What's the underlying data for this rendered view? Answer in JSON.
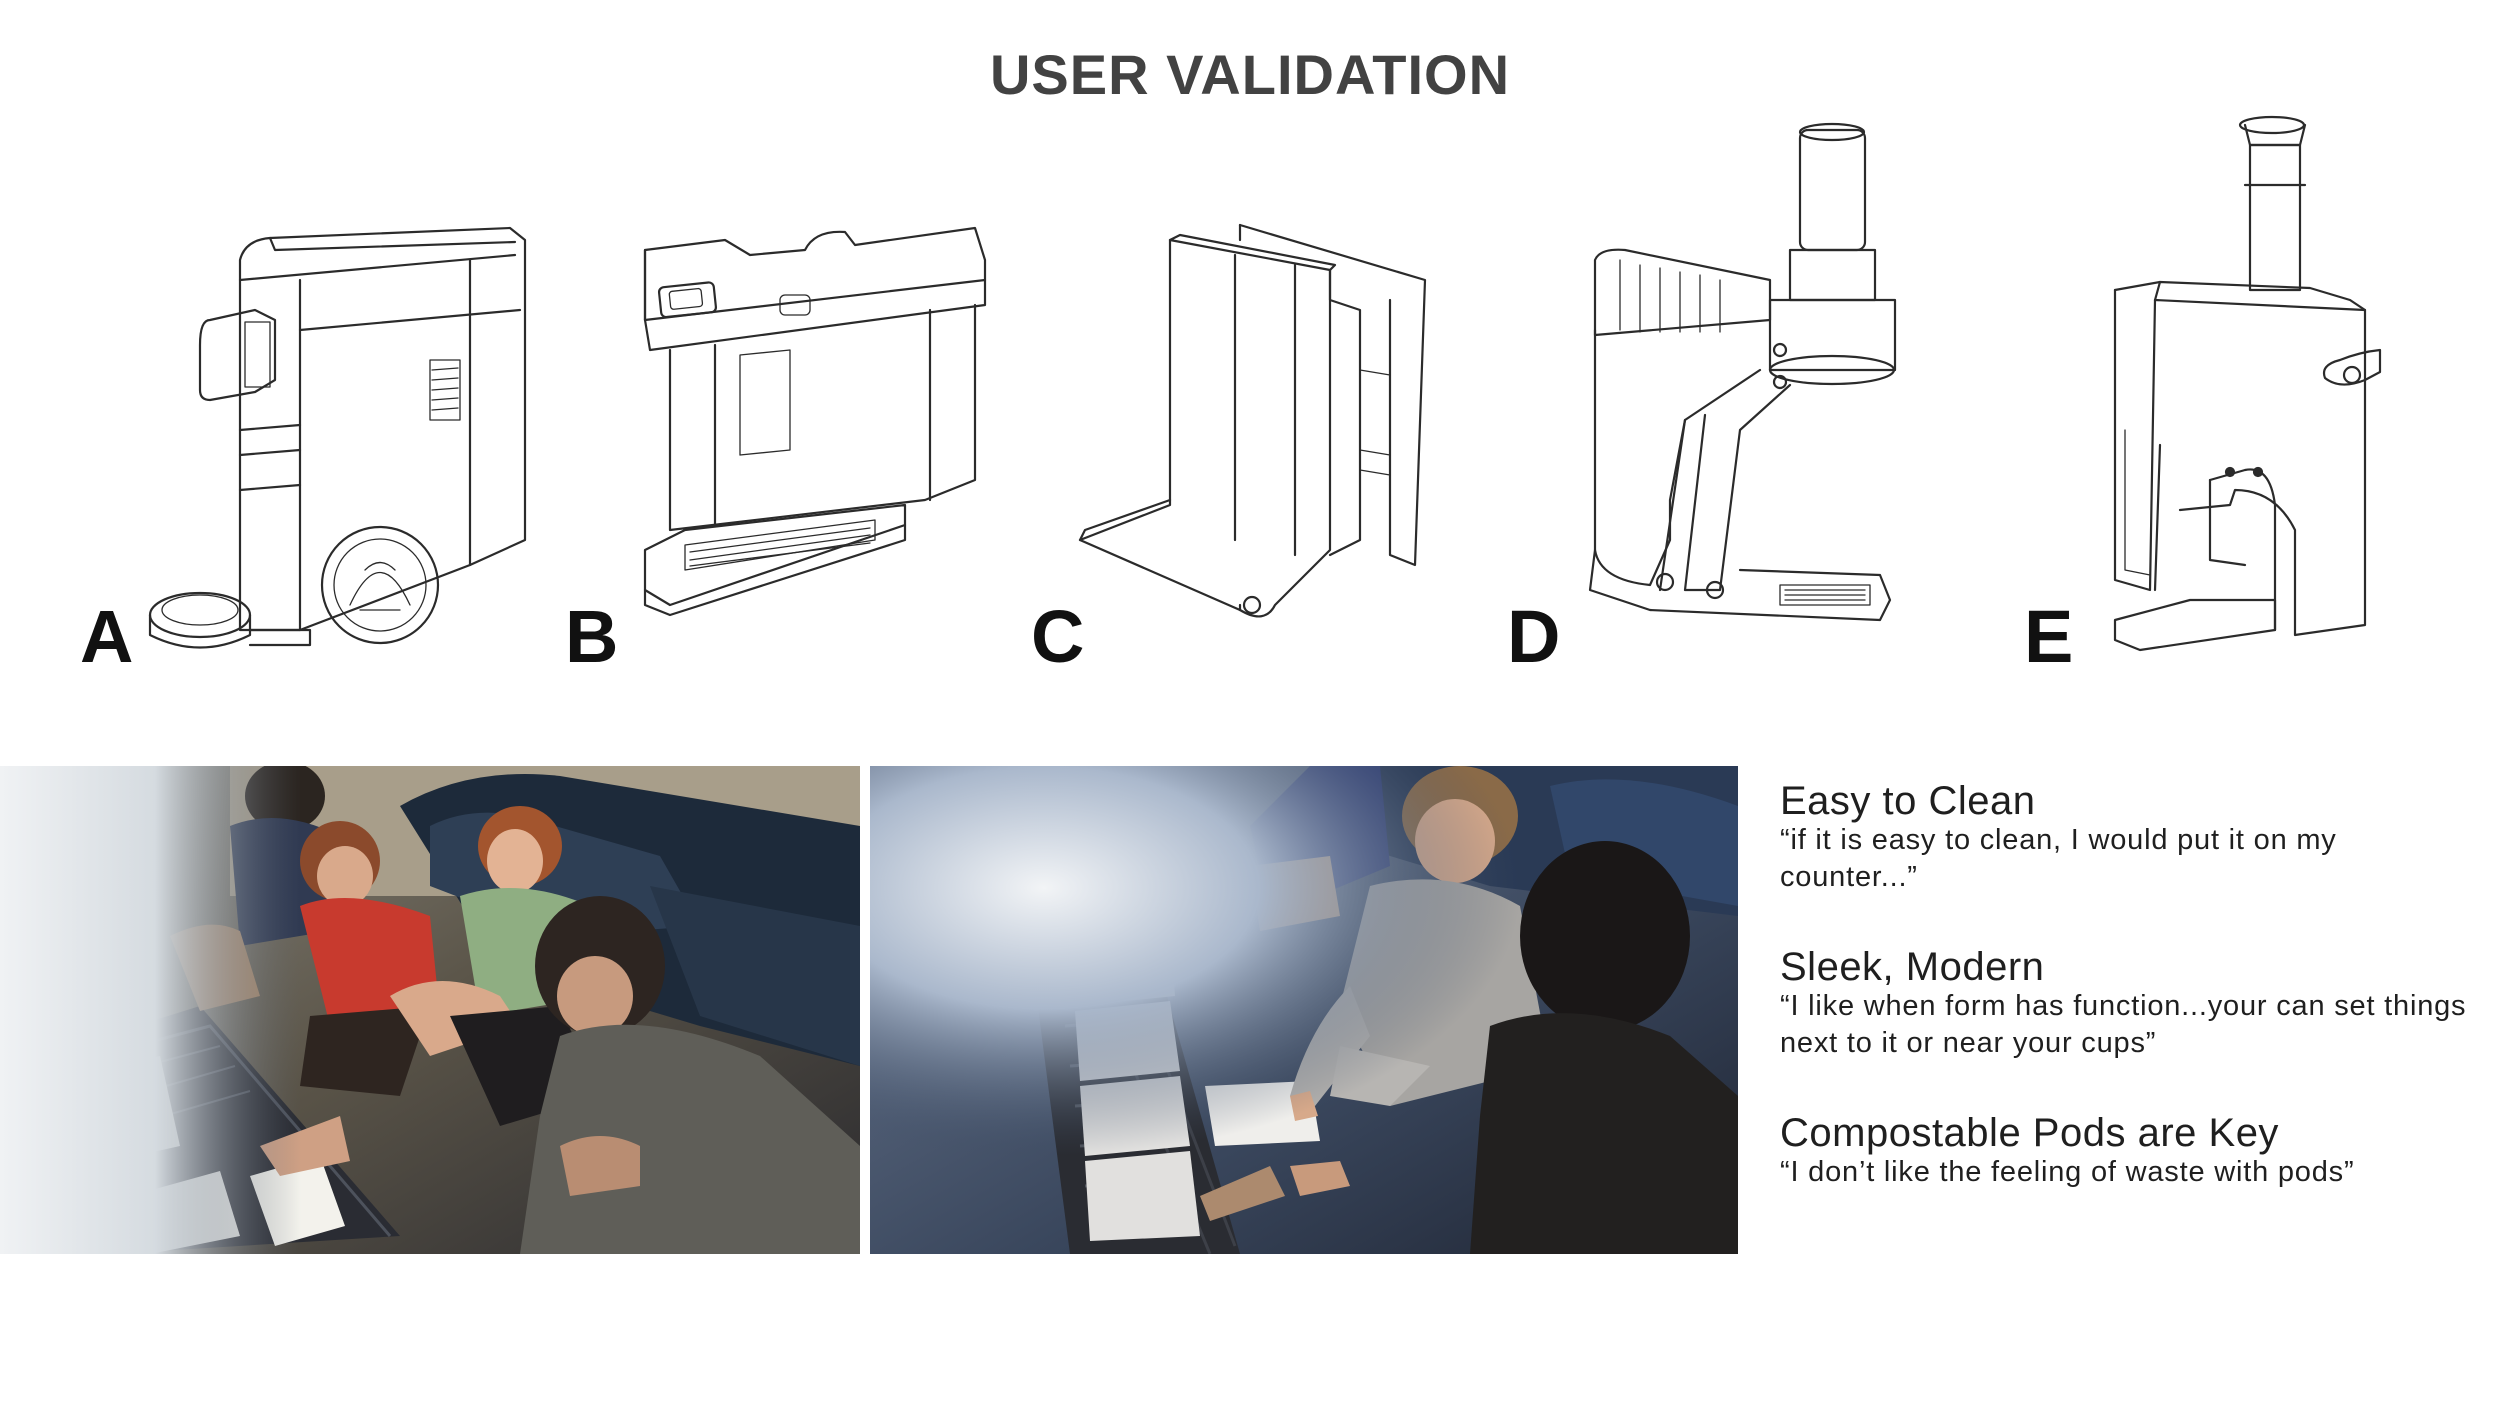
{
  "page": {
    "title": "USER VALIDATION"
  },
  "concepts": [
    {
      "letter": "A",
      "icon": "pod-brewer-sketch-icon"
    },
    {
      "letter": "B",
      "icon": "drip-tray-brewer-sketch-icon"
    },
    {
      "letter": "C",
      "icon": "bent-panel-brewer-sketch-icon"
    },
    {
      "letter": "D",
      "icon": "press-column-brewer-sketch-icon"
    },
    {
      "letter": "E",
      "icon": "box-brewer-sketch-icon"
    }
  ],
  "photos": [
    {
      "icon": "user-session-photo-1"
    },
    {
      "icon": "user-session-photo-2"
    }
  ],
  "insights": [
    {
      "heading": "Easy to Clean",
      "quote": "“if it is easy to clean, I would put it on  my counter...”"
    },
    {
      "heading": "Sleek, Modern",
      "quote": "“I like when form has function...your can set things next to it or near your cups”"
    },
    {
      "heading": "Compostable Pods are Key",
      "quote": "“I don’t like the feeling of waste with pods”"
    }
  ]
}
